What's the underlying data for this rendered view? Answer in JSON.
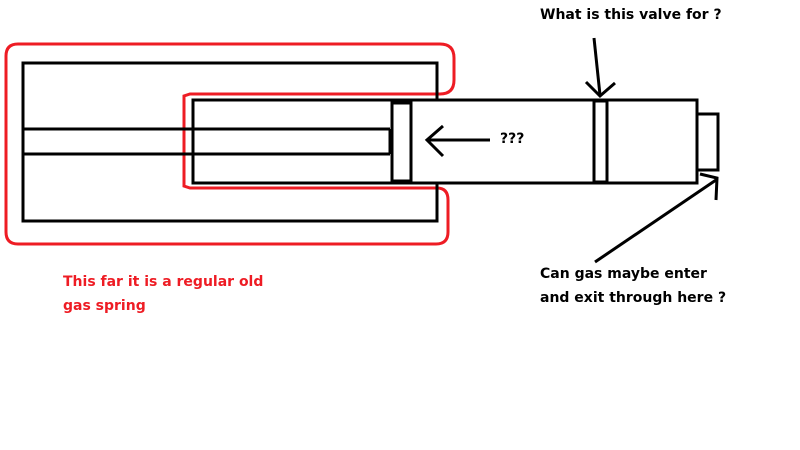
{
  "colors": {
    "outline": "#000000",
    "highlight": "#ee1c24",
    "background": "#ffffff"
  },
  "labels": {
    "valve_question": "What is this valve for ?",
    "unknown_force": "???",
    "port_question_line1": "Can gas maybe enter",
    "port_question_line2": "and exit through here ?",
    "gas_spring_note_line1": "This far it is a regular old",
    "gas_spring_note_line2": "gas spring"
  }
}
